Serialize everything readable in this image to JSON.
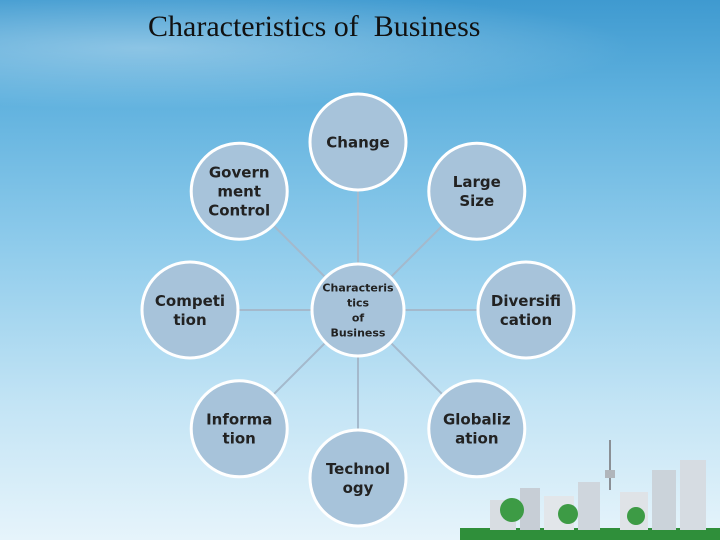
{
  "title": "Characteristics of  Business",
  "center": {
    "lines": [
      "Characteris",
      "tics",
      "of",
      "Business"
    ]
  },
  "nodes": [
    {
      "id": "change",
      "lines": [
        "Change"
      ]
    },
    {
      "id": "large-size",
      "lines": [
        "Large",
        "Size"
      ]
    },
    {
      "id": "diversification",
      "lines": [
        "Diversifi",
        "cation"
      ]
    },
    {
      "id": "globalization",
      "lines": [
        "Globaliz",
        "ation"
      ]
    },
    {
      "id": "technology",
      "lines": [
        "Technol",
        "ogy"
      ]
    },
    {
      "id": "information",
      "lines": [
        "Informa",
        "tion"
      ]
    },
    {
      "id": "competition",
      "lines": [
        "Competi",
        "tion"
      ]
    },
    {
      "id": "government-control",
      "lines": [
        "Govern",
        "ment",
        "Control"
      ]
    }
  ],
  "colors": {
    "node_fill": "#a7c3da",
    "node_stroke": "#ffffff",
    "connector": "#a4b9cc",
    "text": "#222222"
  }
}
